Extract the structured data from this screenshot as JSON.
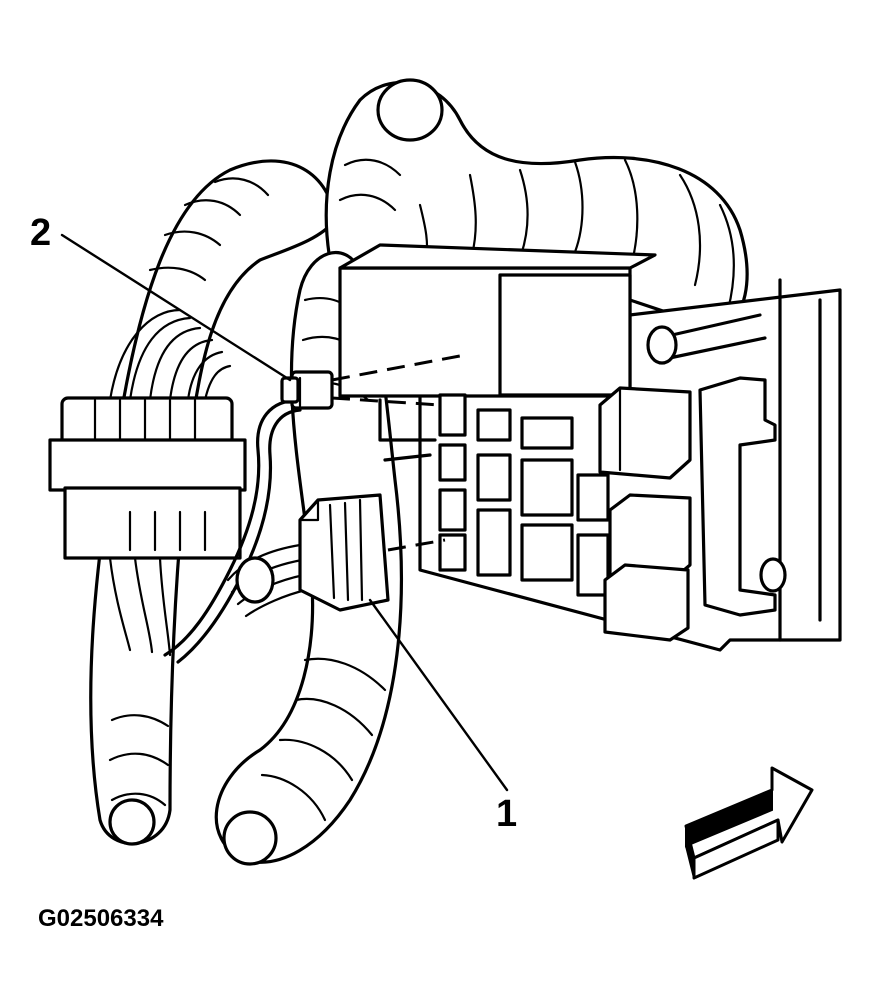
{
  "diagram": {
    "callouts": [
      {
        "id": "callout-1",
        "label": "1"
      },
      {
        "id": "callout-2",
        "label": "2"
      }
    ],
    "figure_id": "G02506334",
    "view_arrow_icon": "forward-arrow-icon",
    "colors": {
      "line": "#000000",
      "background": "#ffffff"
    }
  }
}
